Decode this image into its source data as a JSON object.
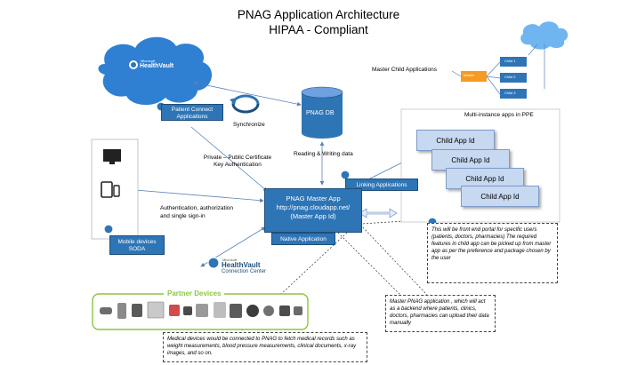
{
  "titles": {
    "line1": "PNAG Application  Architecture",
    "line2": "HIPAA - Compliant"
  },
  "healthvault_cloud": {
    "brand_small": "Microsoft",
    "brand": "HealthVault"
  },
  "patient_connect": "Patient Connect Applications",
  "synchronize": "Synchronize",
  "pnag_db": "PNAG DB",
  "master_child": {
    "title": "Master Child Applications",
    "master": "Master",
    "children": [
      "Child 1",
      "Child 2",
      "Child 3"
    ]
  },
  "multi_instance": "Multi-instance apps in PPE",
  "child_apps": [
    "Child App Id",
    "Child App Id",
    "Child App Id",
    "Child App Id"
  ],
  "cert_auth": {
    "line1": "Private – Public Certificate",
    "line2": "Key  Authentication"
  },
  "read_write": "Reading  & Writing data",
  "linking": "Linking Applications",
  "master_app": {
    "line1": "PNAG Master App",
    "line2": "http://pnag.cloudapp.net/",
    "line3": "(Master App Id)"
  },
  "native": "Native Application",
  "authn": {
    "line1": "Authentication, authorization",
    "line2": "and single sign-in"
  },
  "mobile": {
    "line1": "Mobile devices",
    "line2": "SODA"
  },
  "connection_center": {
    "brand_small": "Microsoft",
    "brand": "HealthVault",
    "sub": "Connection Center"
  },
  "partner_devices": "Partner Devices",
  "note_front": "This will be front end portal for specific users (patients, doctors, pharmacies) The required features in child app can be picked up from master app as per the preference and package chosen by the user",
  "note_backend": "Master PNAG application , which will act as a backend where patients, clinics, doctors, pharmacies can upload their data manually",
  "note_devices": "Medical devices would be connected to PNAG to fetch medical records such as weight measurements, blood pressure measurements, clinical documents, x-ray images, and so on.",
  "colors": {
    "blue": "#2e75b6",
    "cloud": "#2f7fd3",
    "child_fill": "#c6d9f1",
    "master_orange": "#f59a23",
    "partner_green": "#8cc63f"
  }
}
